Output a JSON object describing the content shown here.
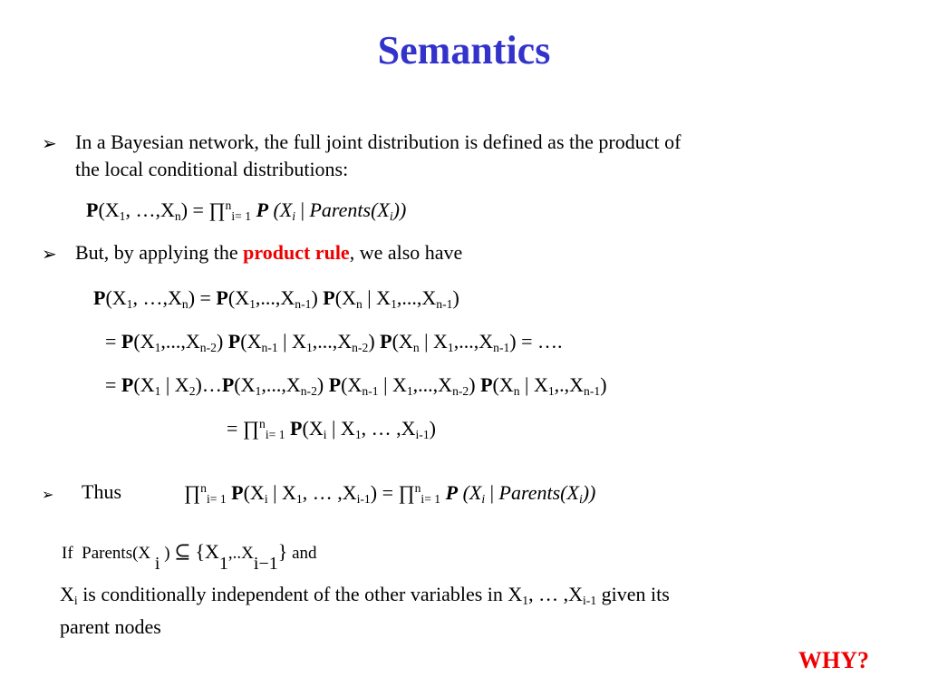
{
  "title": "Semantics",
  "bullet_glyph": "➢",
  "bullet1": {
    "line1": "In a Bayesian network, the full joint distribution is defined as the product of",
    "line2": "the local conditional distributions:"
  },
  "eq1": {
    "lhs": "(X1, …,Xn) = ",
    "rhs": "(Xi | Parents(Xi))"
  },
  "bullet2": {
    "before": "But, by applying the ",
    "highlight": "product rule",
    "after": ", we also have"
  },
  "chain": {
    "line1": "P(X1, …,Xn) = P(X1,...,Xn-1) P(Xn | X1,...,Xn-1)",
    "line2": "= P(X1,...,Xn-2) P(Xn-1 | X1,...,Xn-2) P(Xn | X1,...,Xn-1) = ….",
    "line3": "= P(X1 | X2)…P(X1,...,Xn-2) P(Xn-1 | X1,...,Xn-2) P(Xn | X1,.,Xn-1)",
    "line4": "= ∏ni= 1 P(Xi | X1, … ,Xi-1)"
  },
  "thus": {
    "label": "Thus",
    "equation": "∏ni= 1 P(Xi | X1, … ,Xi-1) = ∏ni= 1 P (Xi | Parents(Xi))"
  },
  "condition": {
    "if": "If",
    "parents": "Parents(X",
    "subset": "⊆",
    "and": "and"
  },
  "conclusion": {
    "line1": "is conditionally independent of the other variables in X1, … ,Xi-1 given its",
    "line2": "parent nodes"
  },
  "why": "WHY?",
  "colors": {
    "title": "#3333cc",
    "accent": "#ee0000",
    "text": "#000000"
  }
}
